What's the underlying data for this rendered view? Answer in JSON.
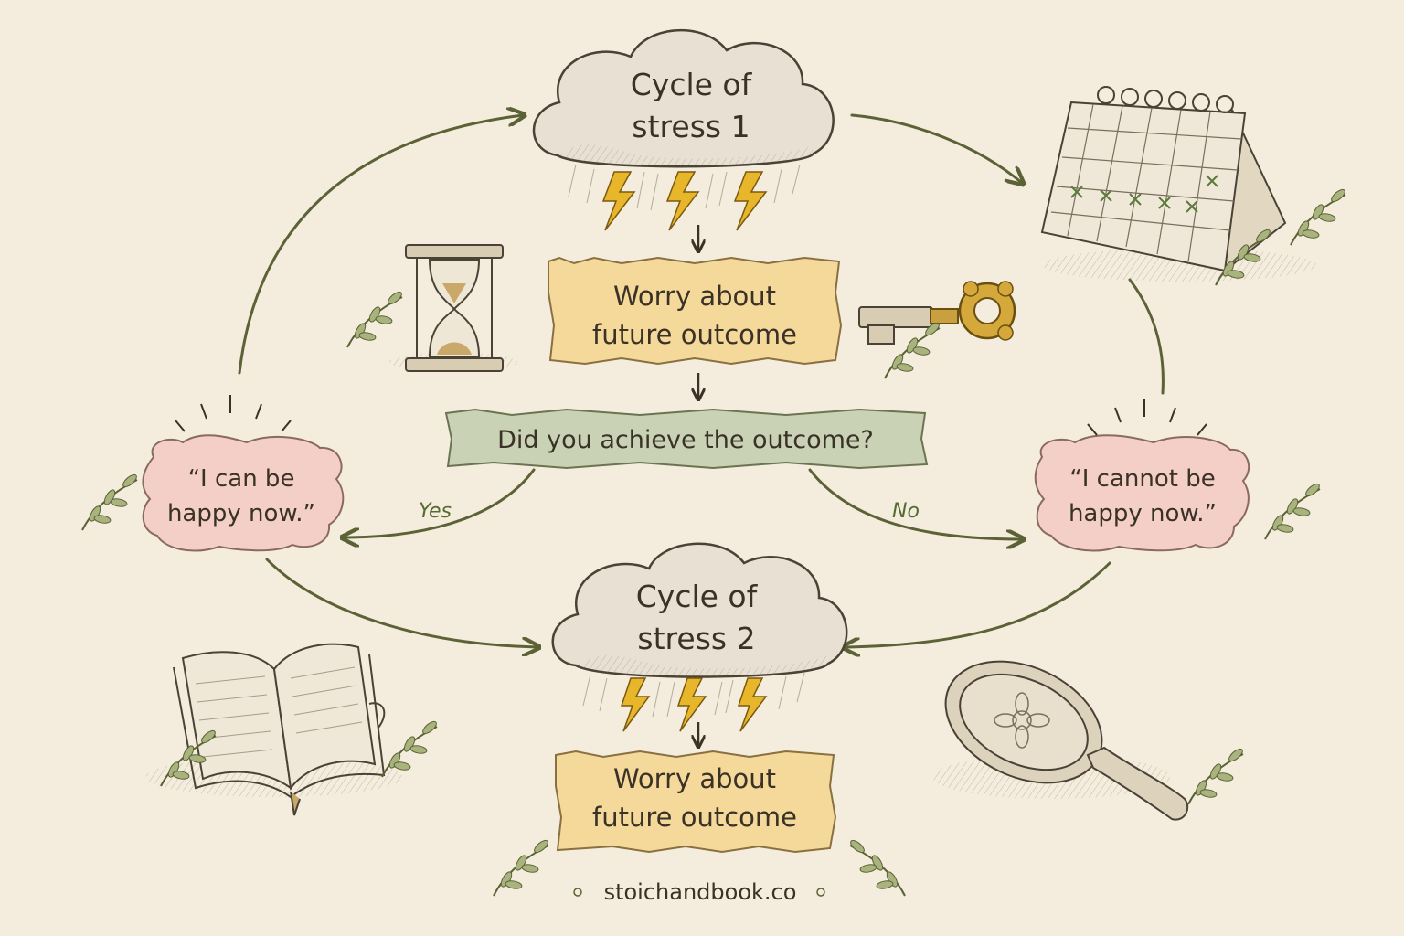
{
  "nodes": {
    "cycle1": "Cycle of stress 1",
    "worry1": "Worry about future outcome",
    "question": "Did you achieve the outcome?",
    "happy": "“I can be happy now.”",
    "unhappy": "“I cannot be happy now.”",
    "cycle2": "Cycle of stress 2",
    "worry2": "Worry about future outcome"
  },
  "labels": {
    "yes": "Yes",
    "no": "No"
  },
  "footer": "stoichandbook.co",
  "colors": {
    "background": "#f4ecdc",
    "ink": "#3a3226",
    "arrow": "#5b6236",
    "worry_box": "#f5d99a",
    "question_box": "#c9d2b4",
    "quote_bubble": "#f4cfc8",
    "lightning": "#e8b62b"
  },
  "icons": [
    "storm-cloud-icon",
    "hourglass-icon",
    "key-icon",
    "calendar-icon",
    "open-book-icon",
    "hand-mirror-icon",
    "leaf-sprig-icon"
  ]
}
